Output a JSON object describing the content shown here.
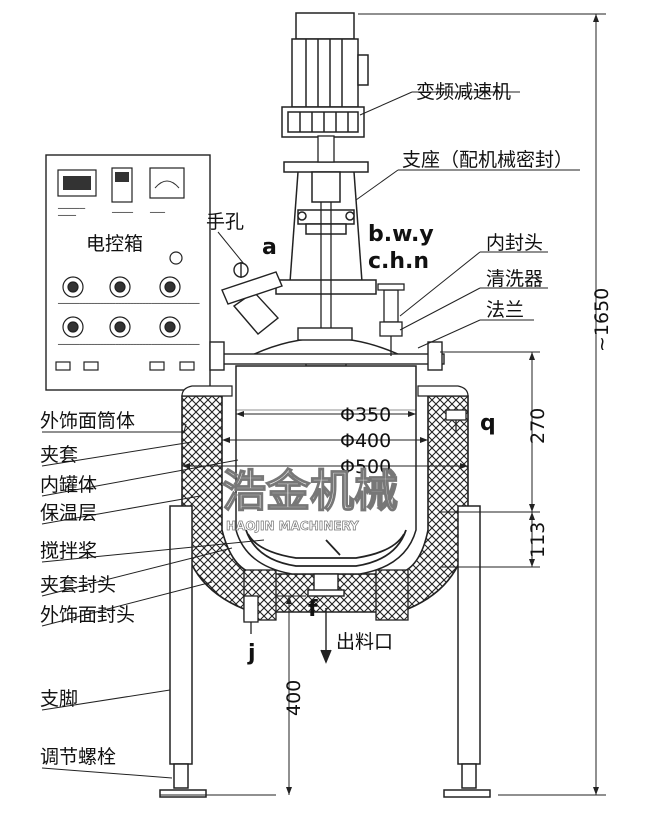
{
  "labels": {
    "motor": "变频减速机",
    "support": "支座（配机械密封）",
    "inner_head": "内封头",
    "cleaner": "清洗器",
    "flange": "法兰",
    "manhole": "手孔",
    "control_box": "电控箱",
    "outer_shell": "外饰面筒体",
    "jacket": "夹套",
    "inner_tank": "内罐体",
    "insulation": "保温层",
    "agitator": "搅拌桨",
    "jacket_head": "夹套封头",
    "outer_head": "外饰面封头",
    "leg": "支脚",
    "adjust_bolt": "调节螺栓",
    "outlet": "出料口"
  },
  "ports": {
    "a": "a",
    "bwy": "b.w.y",
    "chn": "c.h.n",
    "q": "q",
    "f": "f",
    "j": "j"
  },
  "dimensions": {
    "d350": "Φ350",
    "d400": "Φ400",
    "d500": "Φ500",
    "h270": "270",
    "h113": "113",
    "h400": "400",
    "total": "~1650"
  },
  "watermark": {
    "cn": "浩金机械",
    "en": "HAOJIN MACHINERY"
  }
}
